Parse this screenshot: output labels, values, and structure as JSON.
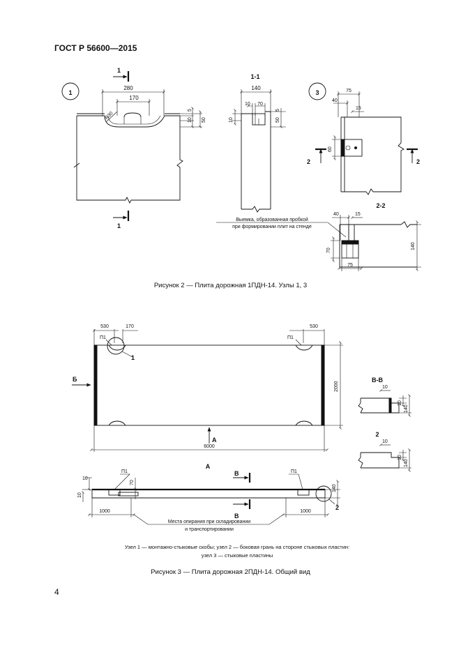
{
  "header": {
    "doc_id": "ГОСТ Р 56600—2015"
  },
  "page_number": "4",
  "figure2": {
    "caption": "Рисунок 2 — Плита дорожная 1ПДН-14. Узлы 1, 3",
    "node1": {
      "badge": "1",
      "section_mark": "1",
      "dims": {
        "d280": "280",
        "d170": "170",
        "r30": "R30",
        "d5": "5",
        "d10": "10",
        "d50": "50"
      }
    },
    "section11": {
      "title": "1-1",
      "dims": {
        "d140": "140",
        "d10": "10",
        "d70": "70",
        "d5": "5",
        "d10v": "10",
        "d50": "50"
      }
    },
    "node3": {
      "badge": "3",
      "section_mark": "2",
      "dims": {
        "d75": "75",
        "d40": "40",
        "d15": "15",
        "d60": "60"
      }
    },
    "section22": {
      "title": "2-2",
      "note_line1": "Выемка, образованная пробкой",
      "note_line2": "при формировании плит на стенде",
      "dims": {
        "d40": "40",
        "d15": "15",
        "d70": "70",
        "d75": "75",
        "d140": "140"
      }
    }
  },
  "figure3": {
    "caption": "Рисунок 3 — Плита дорожная 2ПДН-14. Общий вид",
    "plan": {
      "d530_left": "530",
      "d170": "170",
      "d530_right": "530",
      "label_p1_left": "П1",
      "label_p1_right": "П1",
      "node_ref": "1",
      "arrow_b": "Б",
      "arrow_a": "А",
      "width": "2000",
      "length": "6000"
    },
    "section_vv": {
      "title": "В-В",
      "d10": "10",
      "d10v": "10",
      "d140": "140"
    },
    "node2": {
      "title": "2",
      "d10": "10",
      "d10v": "10",
      "d140": "140"
    },
    "view_a": {
      "title": "А",
      "label_p1_left": "П1",
      "label_p1_right": "П1",
      "d10": "10",
      "d10v": "10",
      "d70": "70",
      "d140": "140",
      "mark_v": "В",
      "node_ref": "2",
      "d1000_left": "1000",
      "d1000_right": "1000",
      "note_line1": "Места опирания при складировании",
      "note_line2": "и транспортировании"
    },
    "legend_line1": "Узел  1 — монтажно-стыковые скобы; узел 2 — боковая грань на стороне стыковых пластин:",
    "legend_line2": "узел 3 — стыковые пластины"
  }
}
